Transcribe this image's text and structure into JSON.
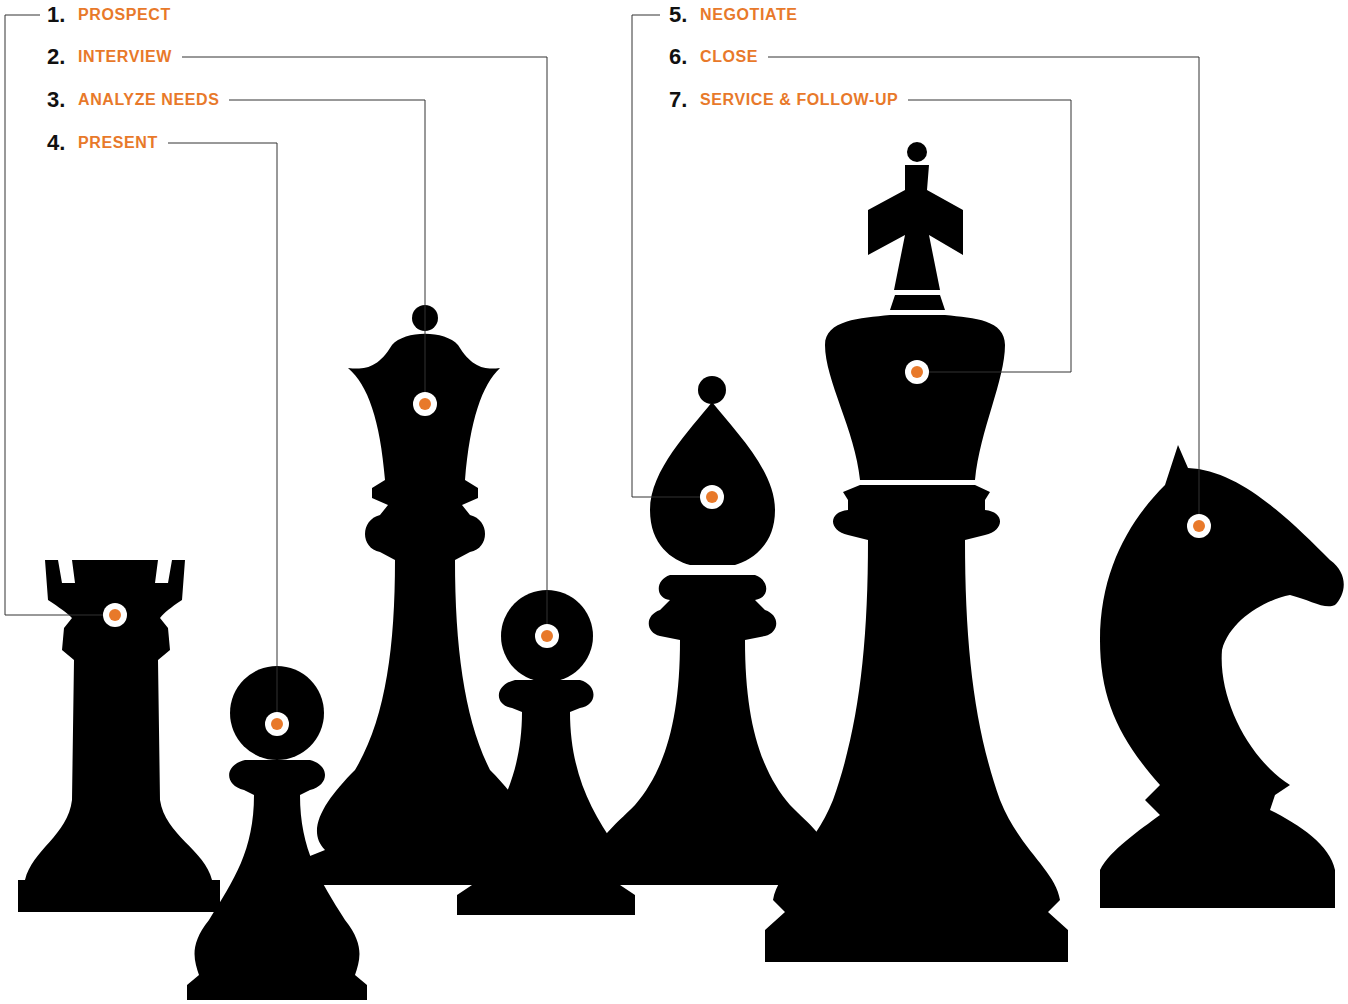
{
  "diagram": {
    "labels": [
      "1.",
      "PROSPECT",
      "2.",
      "INTERVIEW",
      "3.",
      "ANALYZE NEEDS",
      "4.",
      "PRESENT",
      "5.",
      "NEGOTIATE",
      "6.",
      "CLOSE",
      "7.",
      "SERVICE & FOLLOW-UP"
    ]
  }
}
